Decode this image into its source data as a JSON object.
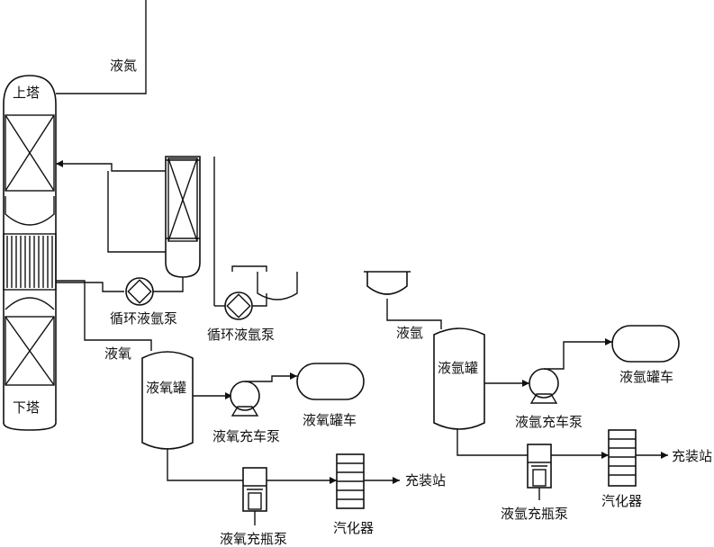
{
  "labels": {
    "liquid_nitrogen_top": "液氮",
    "upper_column": "上塔",
    "lower_column": "下塔",
    "circ_pump_1": "循环液氩泵",
    "circ_pump_2": "循环液氩泵",
    "liquid_oxygen": "液氧",
    "lox_tank": "液氧罐",
    "lox_truck_pump": "液氧充车泵",
    "lox_tanker": "液氧罐车",
    "lox_cylinder_pump": "液氧充瓶泵",
    "vaporizer_1": "汽化器",
    "filling_station_1": "充装站",
    "liquid_argon": "液氩",
    "lar_tank": "液氩罐",
    "lar_truck_pump": "液氩充车泵",
    "lar_tanker": "液氩罐车",
    "lar_cylinder_pump": "液氩充瓶泵",
    "vaporizer_2": "汽化器",
    "filling_station_2": "充装站"
  }
}
